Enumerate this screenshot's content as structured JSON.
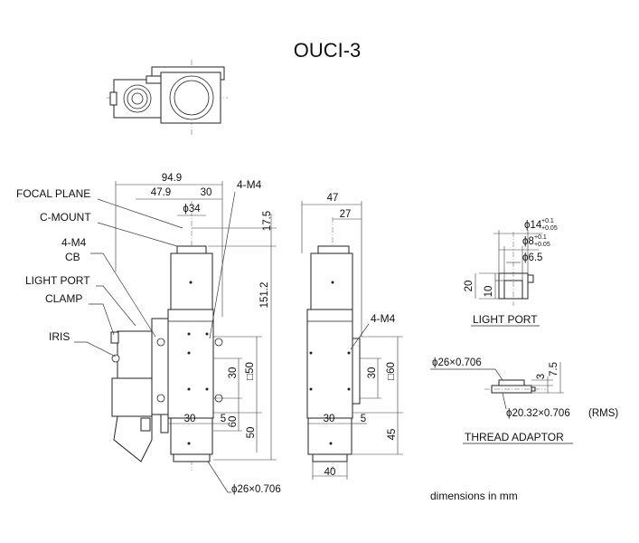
{
  "title": "OUCI-3",
  "footer_note": "dimensions in mm",
  "side_view": {
    "callouts": {
      "focal_plane": "FOCAL PLANE",
      "c_mount": "C-MOUNT",
      "m4": "4-M4",
      "cb": "CB",
      "light_port": "LIGHT PORT",
      "clamp": "CLAMP",
      "iris": "IRIS",
      "m4_right": "4-M4"
    },
    "dims": {
      "overall_width": "94.9",
      "offset": "47.9",
      "half_width": "30",
      "mount_diameter": "ϕ34",
      "top_offset": "17.5",
      "height": "151.2",
      "hole_spacing_v": "30",
      "body_square": "□50",
      "bottom_30": "30",
      "bottom_5": "5",
      "bottom_60": "60",
      "bottom_50": "50",
      "thread": "ϕ26×0.706"
    }
  },
  "front_view": {
    "dims": {
      "width": "47",
      "center": "27",
      "m4": "4-M4",
      "hole_spacing_v": "30",
      "body_square": "□60",
      "bottom_30": "30",
      "bottom_5": "5",
      "height_45": "45",
      "base_width": "40"
    }
  },
  "light_port_detail": {
    "label": "LIGHT PORT",
    "d14": "ϕ14",
    "d14_tol_plus": "+0.1",
    "d14_tol_minus": "+0.05",
    "d8": "ϕ8",
    "d8_tol_plus": "+0.1",
    "d8_tol_minus": "+0.05",
    "d65": "ϕ6.5",
    "h20": "20",
    "h10": "10"
  },
  "thread_adaptor_detail": {
    "label": "THREAD ADAPTOR",
    "outer_thread": "ϕ26×0.706",
    "inner_thread": "ϕ20.32×0.706",
    "inner_thread_note": "(RMS)",
    "h3": "3",
    "h75": "7.5"
  }
}
